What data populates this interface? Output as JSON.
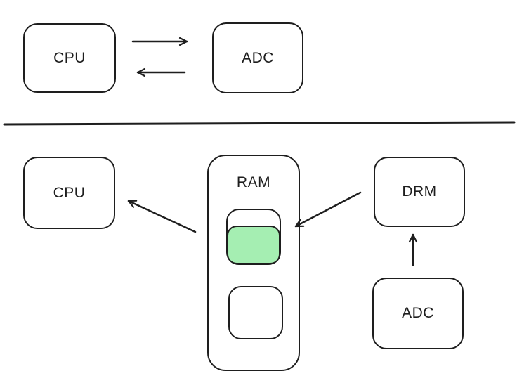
{
  "diagram": {
    "colors": {
      "stroke": "#1e1e1e",
      "highlight_fill": "#a5eeb2",
      "background": "#ffffff"
    },
    "top_section": {
      "nodes": [
        {
          "id": "cpu",
          "label": "CPU"
        },
        {
          "id": "adc",
          "label": "ADC"
        }
      ],
      "connections": [
        {
          "from": "cpu",
          "to": "adc",
          "style": "arrow-right"
        },
        {
          "from": "adc",
          "to": "cpu",
          "style": "arrow-left"
        }
      ]
    },
    "bottom_section": {
      "nodes": [
        {
          "id": "cpu",
          "label": "CPU"
        },
        {
          "id": "ram",
          "label": "RAM",
          "slots": [
            {
              "id": "slot-active",
              "filled": true,
              "fill_color": "#a5eeb2"
            },
            {
              "id": "slot-empty",
              "filled": false,
              "fill_color": "#ffffff"
            }
          ]
        },
        {
          "id": "drm",
          "label": "DRM"
        },
        {
          "id": "adc",
          "label": "ADC"
        }
      ],
      "connections": [
        {
          "from": "ram-slot-active",
          "to": "cpu",
          "style": "arrow"
        },
        {
          "from": "drm",
          "to": "ram-slot-active",
          "style": "arrow"
        },
        {
          "from": "adc",
          "to": "drm",
          "style": "arrow"
        }
      ]
    }
  }
}
